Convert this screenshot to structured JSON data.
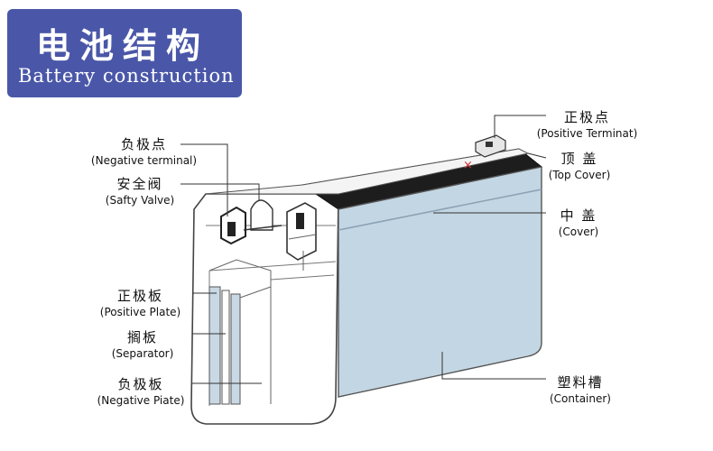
{
  "title": {
    "cn": "电池结构",
    "en": "Battery construction"
  },
  "labels": {
    "negative_terminal": {
      "cn": "负极点",
      "en": "(Negative terminal)"
    },
    "safety_valve": {
      "cn": "安全阀",
      "en": "(Safty Valve)"
    },
    "positive_plate": {
      "cn": "正极板",
      "en": "(Positive Plate)"
    },
    "separator": {
      "cn": "搁板",
      "en": "(Separator)"
    },
    "negative_plate": {
      "cn": "负极板",
      "en": "(Negative Piate)"
    },
    "positive_terminal": {
      "cn": "正极点",
      "en": "(Positive Terminat)"
    },
    "top_cover": {
      "cn": "顶 盖",
      "en": "(Top Cover)"
    },
    "cover": {
      "cn": "中 盖",
      "en": "(Cover)"
    },
    "container": {
      "cn": "塑料槽",
      "en": "(Container)"
    }
  },
  "colors": {
    "title_bg": "#4a57a8",
    "cover_blue": "#c3d6e3",
    "lid_black": "#1d1d1d",
    "line": "#333333"
  }
}
